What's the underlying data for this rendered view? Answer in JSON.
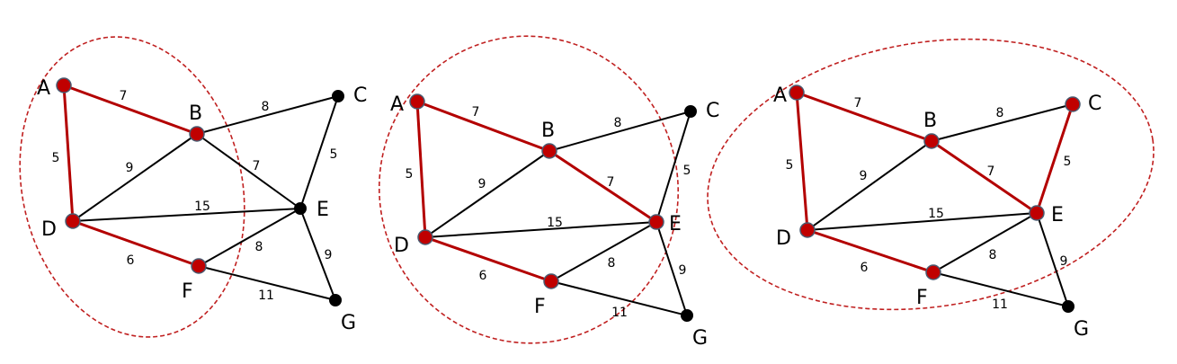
{
  "colors": {
    "tree_edge": "#b30000",
    "normal_edge": "#000000",
    "tree_node": "#c00000",
    "normal_node": "#000000",
    "node_stroke": "#4a5a70",
    "ellipse": "#c02020"
  },
  "node_labels": [
    "A",
    "B",
    "C",
    "D",
    "E",
    "F",
    "G"
  ],
  "edges": [
    {
      "from": "A",
      "to": "B",
      "weight": "7"
    },
    {
      "from": "A",
      "to": "D",
      "weight": "5"
    },
    {
      "from": "B",
      "to": "C",
      "weight": "8"
    },
    {
      "from": "B",
      "to": "D",
      "weight": "9"
    },
    {
      "from": "B",
      "to": "E",
      "weight": "7"
    },
    {
      "from": "C",
      "to": "E",
      "weight": "5"
    },
    {
      "from": "D",
      "to": "E",
      "weight": "15"
    },
    {
      "from": "D",
      "to": "F",
      "weight": "6"
    },
    {
      "from": "E",
      "to": "F",
      "weight": "8"
    },
    {
      "from": "E",
      "to": "G",
      "weight": "9"
    },
    {
      "from": "F",
      "to": "G",
      "weight": "11"
    }
  ],
  "panels": [
    {
      "name": "panel-1",
      "tree_nodes": [
        "A",
        "B",
        "D",
        "F"
      ],
      "tree_edges": [
        "A-B",
        "A-D",
        "D-F"
      ]
    },
    {
      "name": "panel-2",
      "tree_nodes": [
        "A",
        "B",
        "D",
        "E",
        "F"
      ],
      "tree_edges": [
        "A-B",
        "A-D",
        "D-F",
        "B-E"
      ]
    },
    {
      "name": "panel-3",
      "tree_nodes": [
        "A",
        "B",
        "C",
        "D",
        "E",
        "F"
      ],
      "tree_edges": [
        "A-B",
        "A-D",
        "D-F",
        "B-E",
        "C-E"
      ]
    }
  ]
}
